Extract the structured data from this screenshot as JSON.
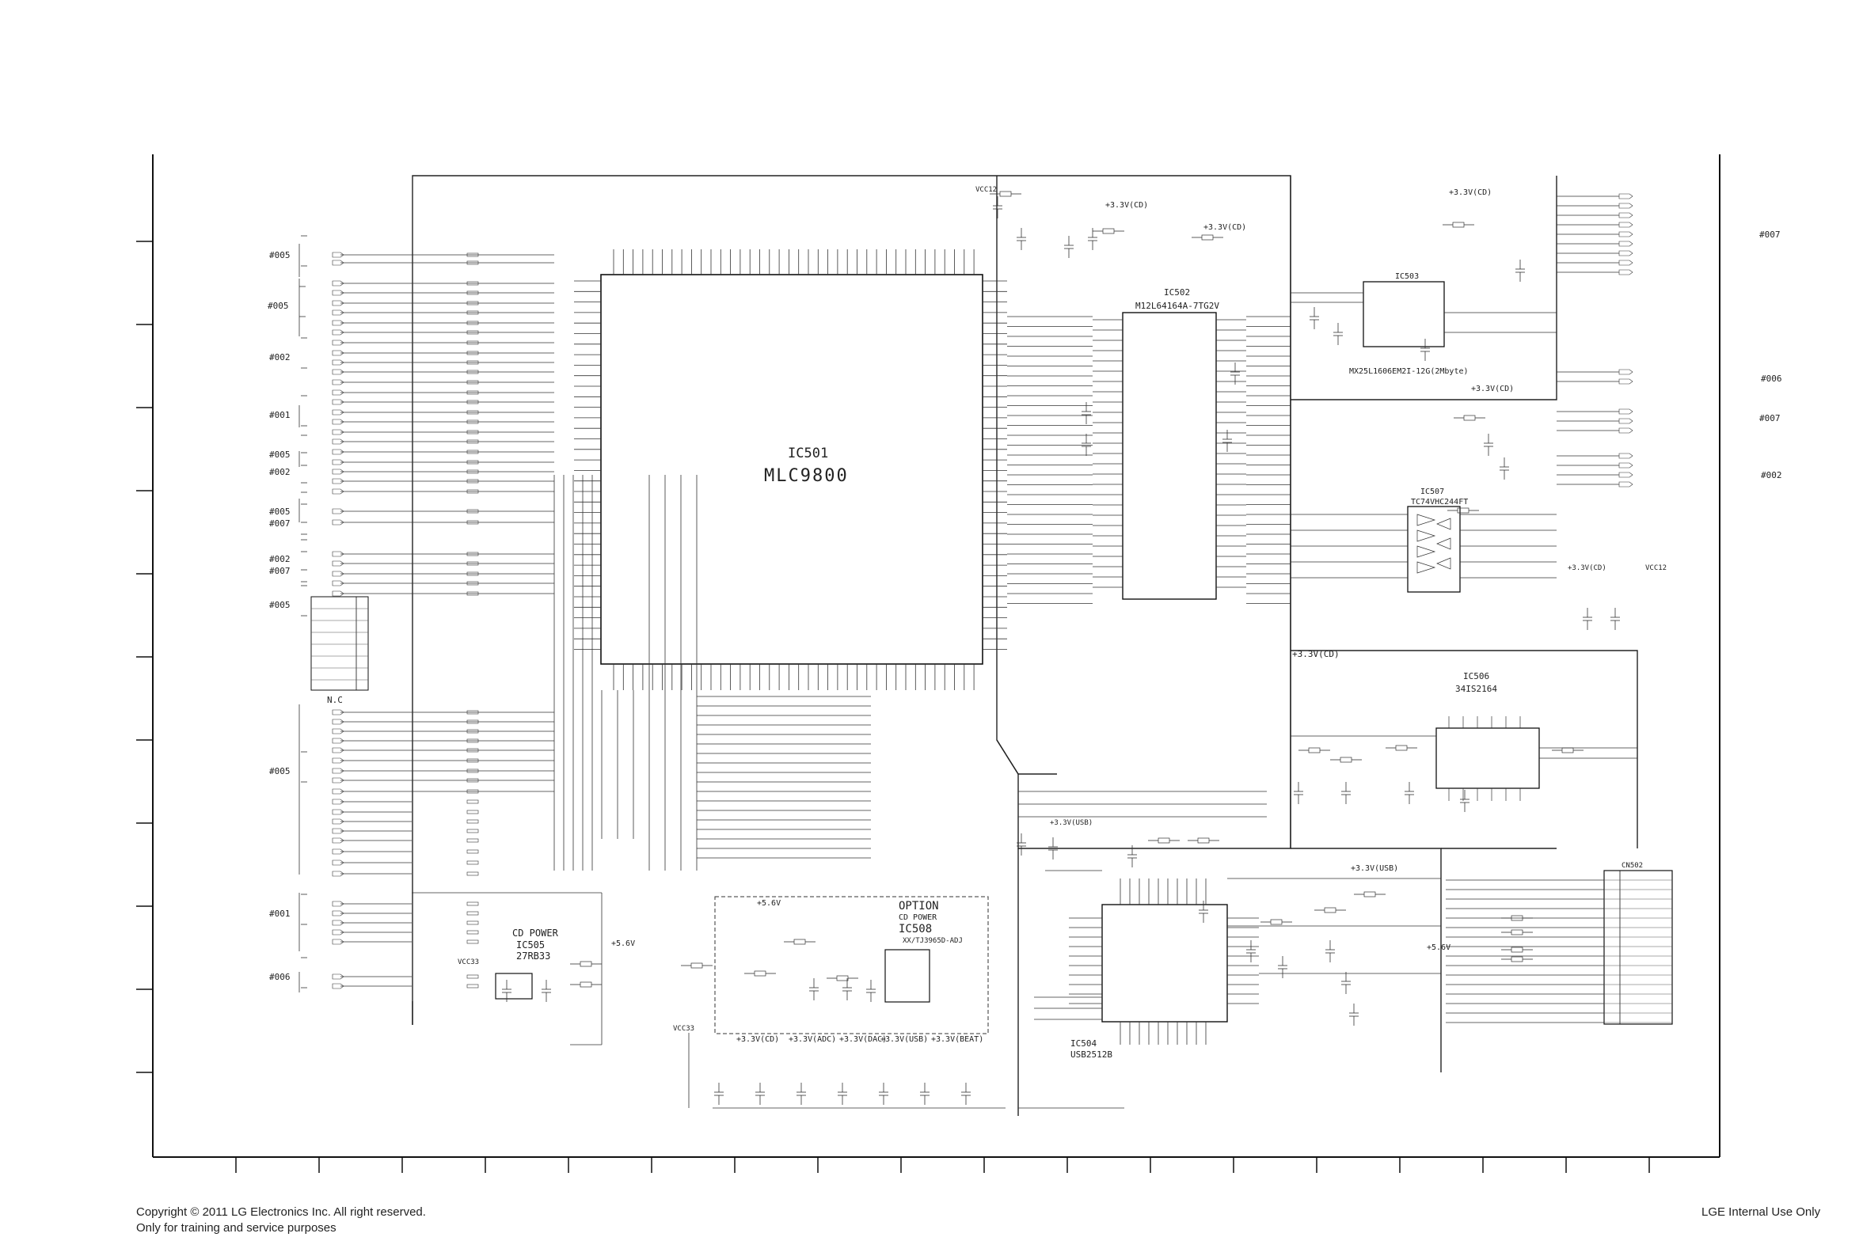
{
  "footer": {
    "copyright": "Copyright © 2011 LG Electronics Inc. All right reserved.",
    "usage": "Only for training and service purposes",
    "internal": "LGE Internal Use Only"
  },
  "chips": {
    "ic501": {
      "ref": "IC501",
      "part": "MLC9800"
    },
    "ic502": {
      "ref": "IC502",
      "part": "M12L64164A-7TG2V"
    },
    "ic503": {
      "ref": "IC503",
      "part": "MX25L1606EM2I-12G(2Mbyte)"
    },
    "ic507": {
      "ref": "IC507",
      "part": "TC74VHC244FT"
    },
    "ic506": {
      "ref": "IC506",
      "part": "34IS2164"
    },
    "ic504": {
      "ref": "IC504",
      "part": "USB2512B"
    },
    "ic505": {
      "ref": "IC505",
      "title": "CD POWER",
      "part": "27RB33"
    },
    "ic508": {
      "ref": "IC508",
      "option": "OPTION",
      "title": "CD POWER",
      "part": "XX/TJ3965D-ADJ"
    }
  },
  "connectors": {
    "tags": [
      "#005",
      "#005",
      "#002",
      "#001",
      "#005",
      "#002",
      "#005",
      "#007",
      "#002",
      "#007",
      "#005",
      "#005",
      "#001",
      "#006",
      "#007",
      "#006",
      "#007",
      "#002"
    ],
    "cn502": "CN502"
  },
  "rails": {
    "v33cd": "+3.3V(CD)",
    "v33adc": "+3.3V(ADC)",
    "v33dac": "+3.3V(DAC)",
    "v33usb": "+3.3V(USB)",
    "v33beat": "+3.3V(BEAT)",
    "v5": "+5.6V",
    "vcc12": "VCC12",
    "vcc33": "VCC33",
    "nc": "N.C"
  }
}
